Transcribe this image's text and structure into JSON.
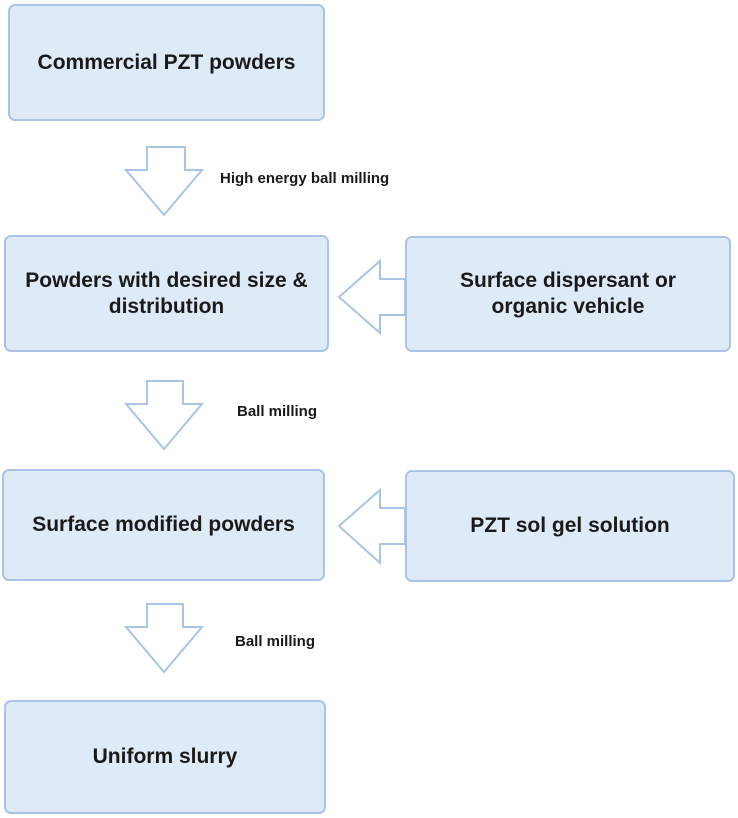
{
  "nodes": {
    "commercial_pzt_powders": "Commercial PZT powders",
    "powders_desired_size": "Powders with desired size & distribution",
    "surface_dispersant": "Surface dispersant or organic vehicle",
    "surface_modified_powders": "Surface modified powders",
    "pzt_sol_gel": "PZT sol gel solution",
    "uniform_slurry": "Uniform slurry"
  },
  "edges": {
    "step1_label": "High energy ball milling",
    "step2_label": "Ball milling",
    "step3_label": "Ball milling"
  },
  "colors": {
    "box_fill": "#dfeaf7",
    "box_border": "#a9c4e4",
    "arrow_fill": "#ffffff",
    "text": "#1a1a1a"
  }
}
